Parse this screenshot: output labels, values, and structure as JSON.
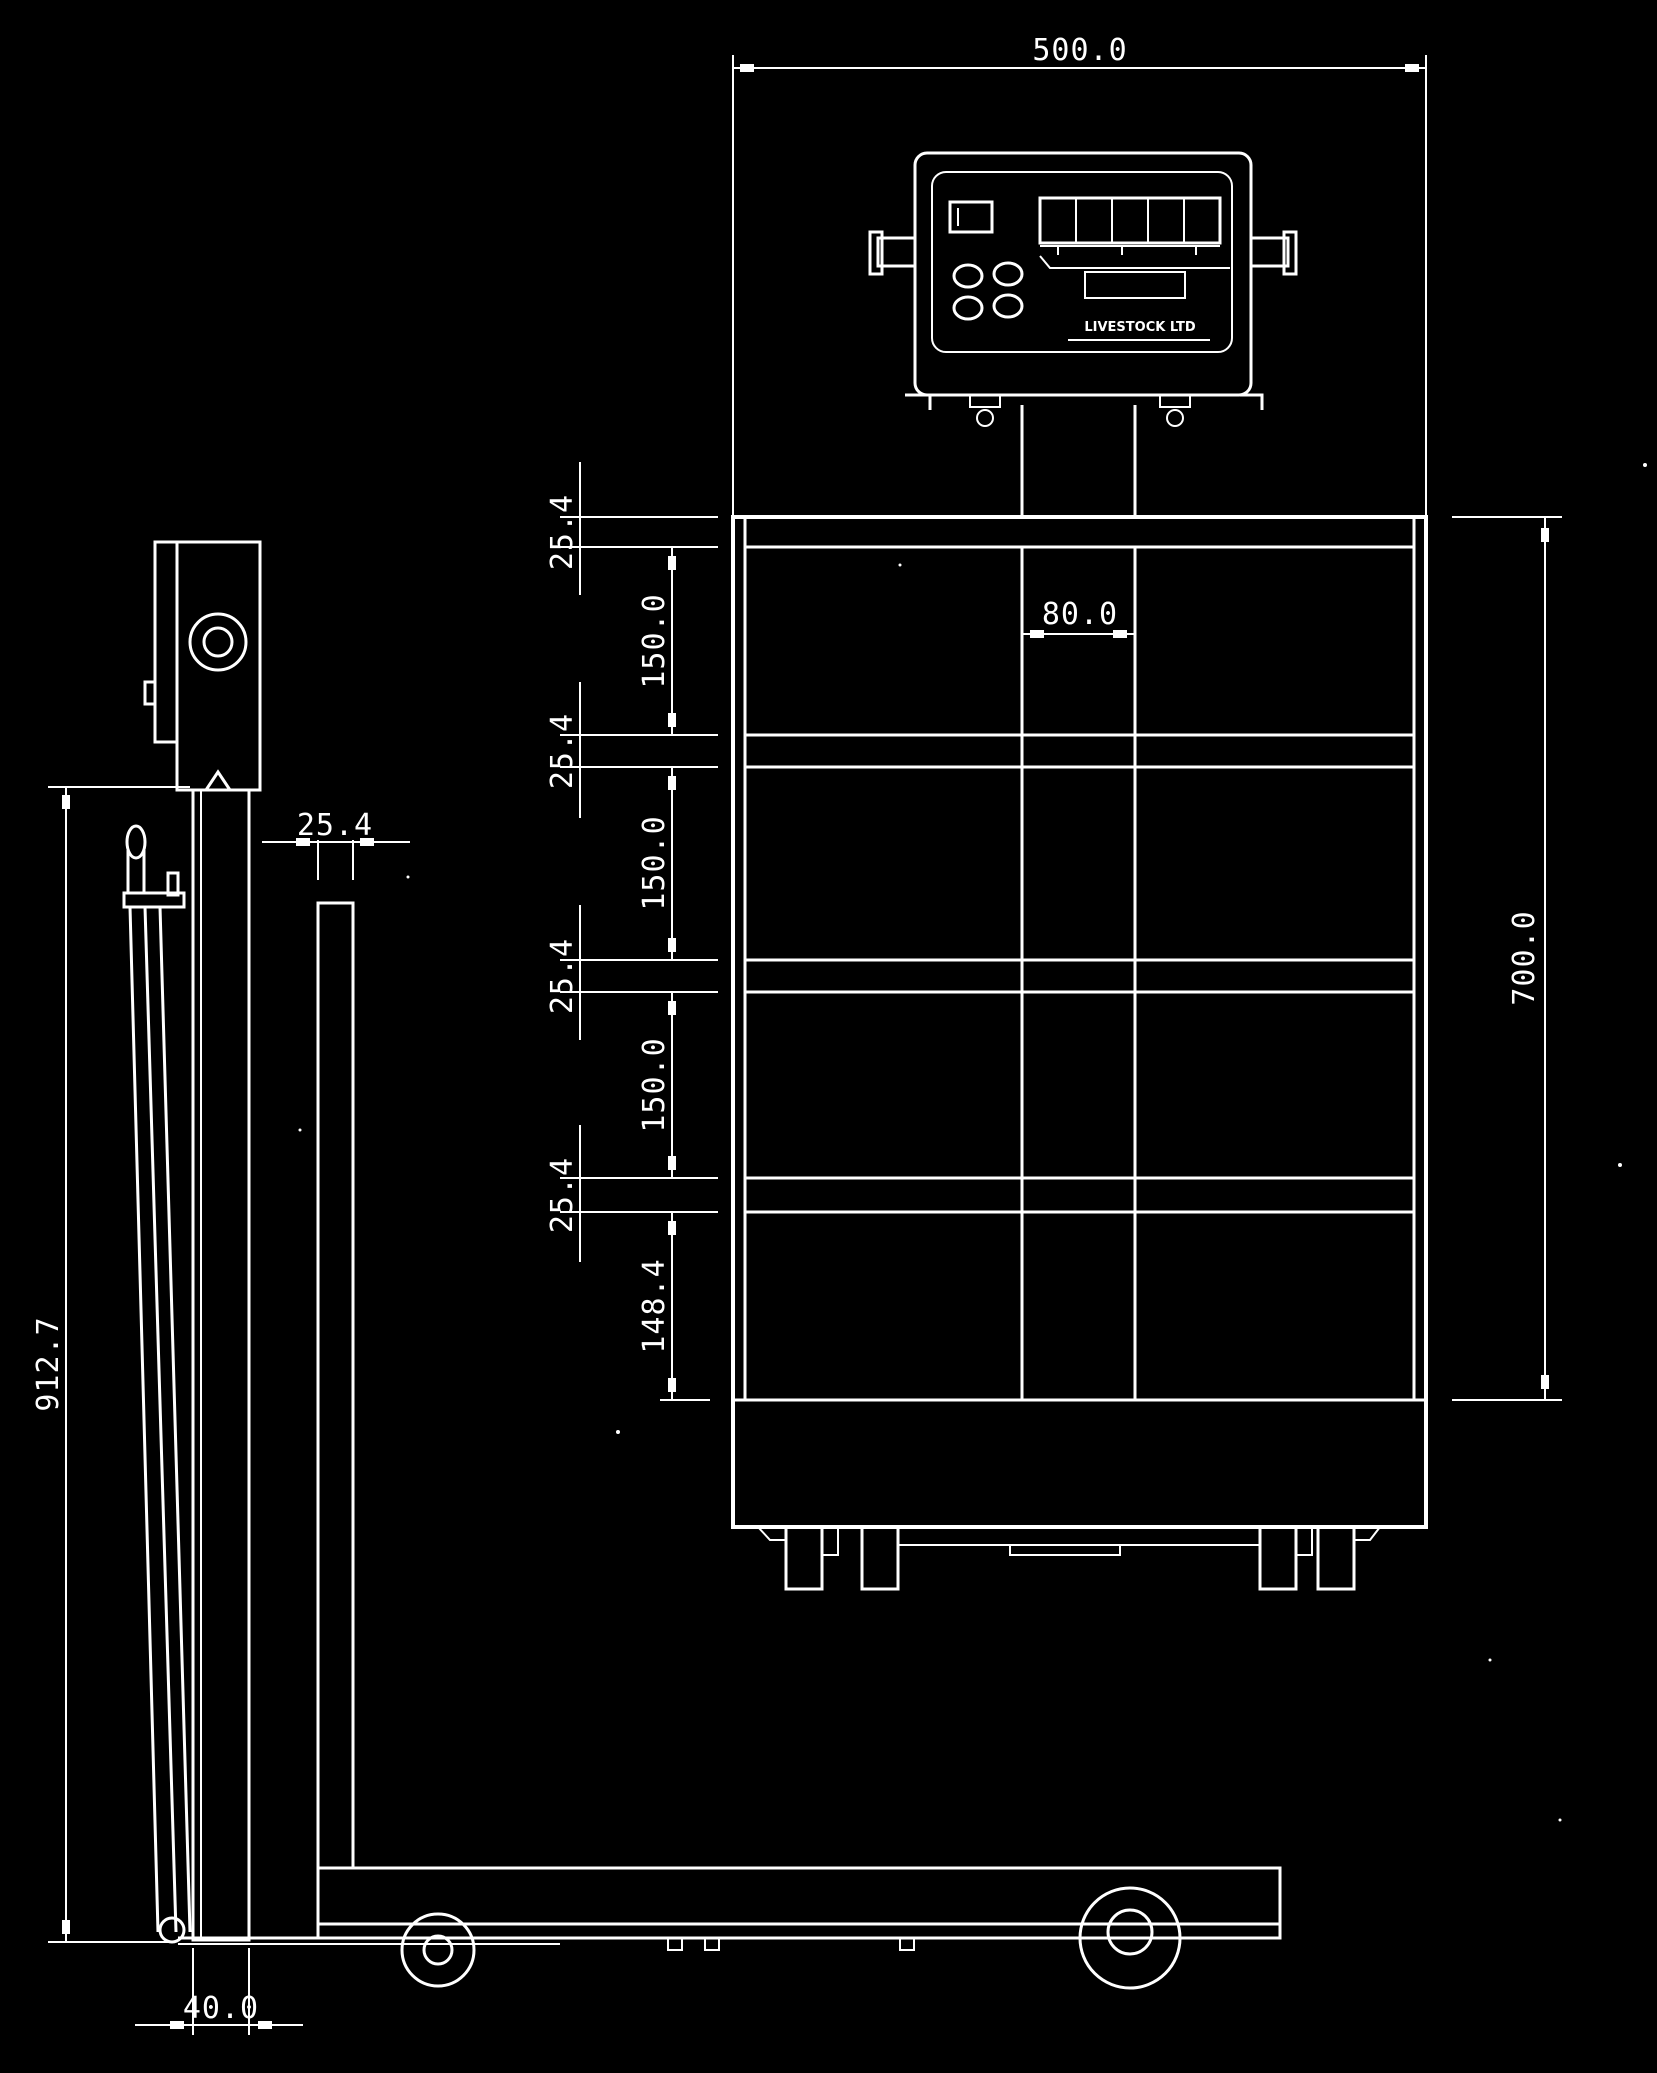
{
  "colors": {
    "background": "#000000",
    "lines": "#ffffff"
  },
  "dimensions": {
    "top_width": "500.0",
    "right_height": "700.0",
    "left_height": "912.7",
    "column_gap": "80.0",
    "post_width": "25.4",
    "base_width": "40.0",
    "bar_1": "25.4",
    "gap_1": "150.0",
    "bar_2": "25.4",
    "gap_2": "150.0",
    "bar_3": "25.4",
    "gap_3": "150.0",
    "bar_4": "25.4",
    "gap_4": "148.4"
  },
  "indicator": {
    "digits": [
      "",
      "",
      "",
      "",
      ""
    ],
    "brand": "LIVESTOCK LTD"
  }
}
